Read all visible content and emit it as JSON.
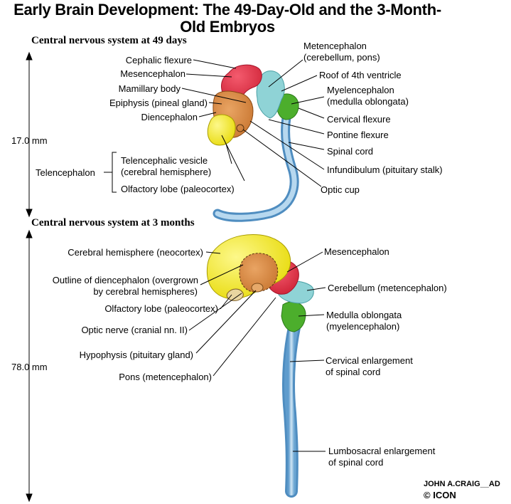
{
  "title_line1": "Early Brain Development: The 49-Day-Old and the 3-Month-",
  "title_line2": "Old Embryos",
  "section1": "Central nervous system at 49 days",
  "section2": "Central nervous system at 3 months",
  "scale1": "17.0 mm",
  "scale2": "78.0 mm",
  "labels49": {
    "cephalic_flexure": "Cephalic flexure",
    "mesencephalon": "Mesencephalon",
    "mamillary_body": "Mamillary body",
    "epiphysis": "Epiphysis (pineal gland)",
    "diencephalon": "Diencephalon",
    "telencephalon": "Telencephalon",
    "telencephalic_vesicle_1": "Telencephalic vesicle",
    "telencephalic_vesicle_2": "(cerebral hemisphere)",
    "olfactory_lobe": "Olfactory lobe (paleocortex)",
    "metencephalon_1": "Metencephalon",
    "metencephalon_2": "(cerebellum, pons)",
    "roof_4th": "Roof of 4th ventricle",
    "myelencephalon_1": "Myelencephalon",
    "myelencephalon_2": "(medulla oblongata)",
    "cervical_flexure": "Cervical flexure",
    "pontine_flexure": "Pontine flexure",
    "spinal_cord": "Spinal cord",
    "infundibulum": "Infundibulum (pituitary stalk)",
    "optic_cup": "Optic cup"
  },
  "labels3m": {
    "cerebral_hemisphere": "Cerebral hemisphere (neocortex)",
    "outline_dien_1": "Outline of diencephalon (overgrown",
    "outline_dien_2": "by cerebral hemispheres)",
    "olfactory_lobe": "Olfactory lobe (paleocortex)",
    "optic_nerve": "Optic nerve (cranial nn. II)",
    "hypophysis": "Hypophysis (pituitary gland)",
    "pons": "Pons (metencephalon)",
    "mesencephalon": "Mesencephalon",
    "cerebellum": "Cerebellum (metencephalon)",
    "medulla_1": "Medulla oblongata",
    "medulla_2": "(myelencephalon)",
    "cervical_enl_1": "Cervical enlargement",
    "cervical_enl_2": "of spinal cord",
    "lumbosacral_1": "Lumbosacral enlargement",
    "lumbosacral_2": "of spinal cord"
  },
  "signature": "JOHN A.CRAIG__AD",
  "copyright": "©",
  "publisher": "ICON",
  "colors": {
    "red": "#e8334a",
    "orange": "#d98a3c",
    "yellow": "#f4ec2a",
    "cyan": "#8fd3d6",
    "green": "#4cae2c",
    "blue": "#8ab9de"
  }
}
